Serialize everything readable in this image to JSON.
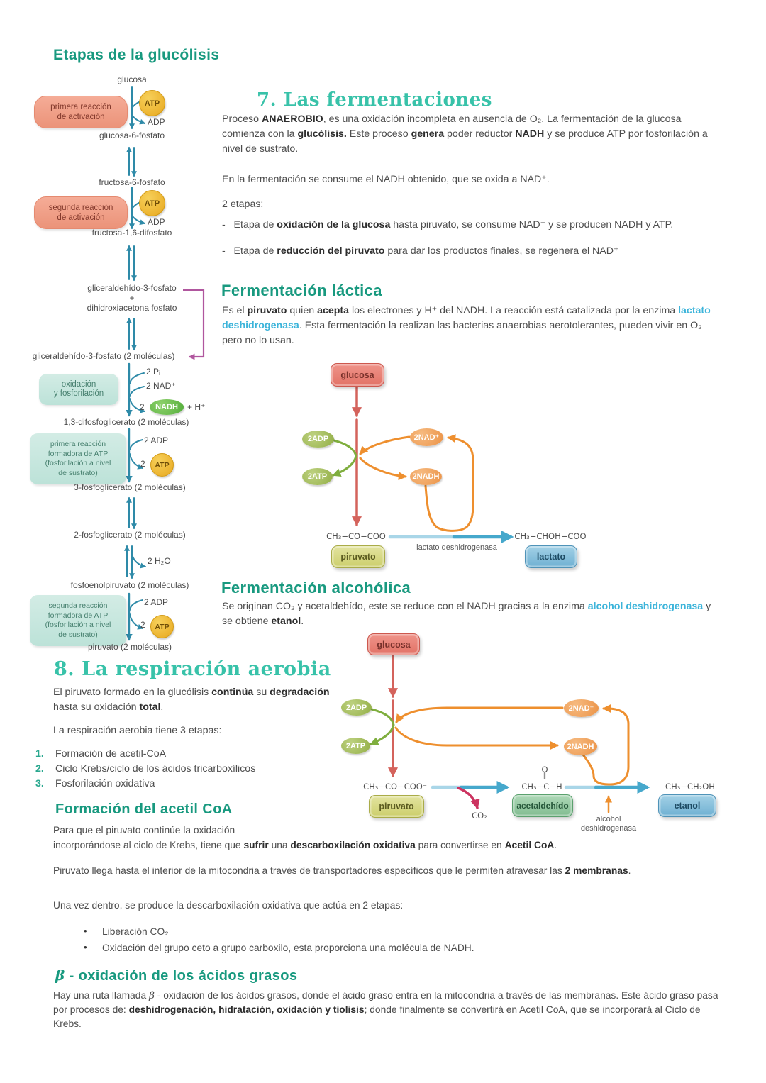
{
  "colors": {
    "serif_heading": "#38c2a9",
    "script_heading": "#18997f",
    "body_text": "#4c4c4c",
    "term_blue": "#3cb4da",
    "arrow_teal": "#2e8aa8",
    "arrow_red": "#d4635c",
    "arrow_green": "#7fae3e",
    "arrow_orange": "#ee8f2e",
    "arrow_blue": "#46a8cc",
    "bracket_magenta": "#b0569e",
    "atp_gold": "#e7a81f",
    "nadh_green": "#53ad3b"
  },
  "glyco": {
    "title": "Etapas de la glucólisis",
    "n": {
      "glucosa": "glucosa",
      "g6p": "glucosa-6-fosfato",
      "f6p": "fructosa-6-fosfato",
      "f16": "fructosa-1,6-difosfato",
      "triose": "gliceraldehído-3-fosfato\n+\ndihidroxiacetona fosfato",
      "g3p2": "gliceraldehído-3-fosfato (2 moléculas)",
      "dpg": "1,3-difosfoglicerato (2 moléculas)",
      "pg3": "3-fosfoglicerato (2 moléculas)",
      "pg2": "2-fosfoglicerato (2 moléculas)",
      "pep": "fosfoenolpiruvato (2 moléculas)",
      "pyr": "piruvato (2 moléculas)"
    },
    "box": {
      "act1": "primera reacción\nde activación",
      "act2": "segunda reacción\nde activación",
      "ox": "oxidación\ny fosforilación",
      "atp1": "primera reacción\nformadora de ATP\n(fosforilación a nivel\nde sustrato)",
      "atp2": "segunda reacción\nformadora de ATP\n(fosforilación a nivel\nde sustrato)"
    },
    "c": {
      "atp": "ATP",
      "adp": "ADP",
      "p": "2 Pᵢ",
      "nad": "2 NAD⁺",
      "two": "2",
      "nadh": "NADH",
      "h": "+ H⁺",
      "adp2": "2 ADP",
      "h2o": "2 H₂O"
    }
  },
  "s7": {
    "heading": "7. Las fermentaciones",
    "p1": [
      [
        "Proceso "
      ],
      [
        "ANAEROBIO",
        "b"
      ],
      [
        ", es una oxidación incompleta en ausencia de O₂. La fermentación de la glucosa comienza con la "
      ],
      [
        "glucólisis.",
        "b"
      ],
      [
        " Este proceso "
      ],
      [
        "genera",
        "b"
      ],
      [
        " poder reductor "
      ],
      [
        "NADH",
        "b"
      ],
      [
        " y se produce ATP por fosforilación a nivel de sustrato."
      ]
    ],
    "p2": [
      [
        "En la fermentación se consume el NADH obtenido, que se oxida a NAD⁺."
      ]
    ],
    "p3": "2 etapas:",
    "b1": [
      [
        "-   Etapa de "
      ],
      [
        "oxidación de la glucosa",
        "b"
      ],
      [
        " hasta piruvato, se consume NAD⁺ y se producen NADH y ATP."
      ]
    ],
    "b2": [
      [
        "-   Etapa de "
      ],
      [
        "reducción del piruvato",
        "b"
      ],
      [
        " para dar los productos finales, se regenera el NAD⁺"
      ]
    ]
  },
  "lac": {
    "heading": "Fermentación láctica",
    "para": [
      [
        "Es el "
      ],
      [
        "piruvato",
        "b"
      ],
      [
        " quien "
      ],
      [
        "acepta",
        "b"
      ],
      [
        " los electrones y H⁺ del NADH. La reacción está catalizada por la enzima "
      ],
      [
        "lactato deshidrogenasa",
        "t"
      ],
      [
        ". Esta fermentación la realizan las bacterias anaerobias aerotolerantes, pueden vivir en O₂ pero no lo usan."
      ]
    ],
    "d": {
      "glucosa": "glucosa",
      "adp": "2ADP",
      "atp": "2ATP",
      "nad": "2NAD⁺",
      "nadh": "2NADH",
      "pyrf": "CH₃−CO−COO⁻",
      "pyr": "piruvato",
      "enz": "lactato deshidrogenasa",
      "lacf": "CH₃−CHOH−COO⁻",
      "lac": "lactato"
    }
  },
  "alc": {
    "heading": "Fermentación alcohólica",
    "para": [
      [
        "Se originan CO₂ y acetaldehído, este se reduce con el NADH gracias a la enzima "
      ],
      [
        "alcohol deshidrogenasa",
        "t"
      ],
      [
        " y se obtiene "
      ],
      [
        "etanol",
        "b"
      ],
      [
        "."
      ]
    ],
    "d": {
      "glucosa": "glucosa",
      "adp": "2ADP",
      "atp": "2ATP",
      "nad": "2NAD⁺",
      "nadh": "2NADH",
      "pyrf": "CH₃−CO−COO⁻",
      "pyr": "piruvato",
      "co2": "CO₂",
      "o": "O",
      "db": "‖",
      "acef": "CH₃−C−H",
      "ace": "acetaldehído",
      "enz": "alcohol\ndeshidrogenasa",
      "etaf": "CH₃−CH₂OH",
      "eta": "etanol"
    }
  },
  "s8": {
    "heading": "8. La respiración aerobia",
    "p1": [
      [
        "El piruvato formado en la glucólisis "
      ],
      [
        "continúa",
        "b"
      ],
      [
        " su "
      ],
      [
        "degradación",
        "b"
      ],
      [
        " hasta su oxidación "
      ],
      [
        "total",
        "b"
      ],
      [
        "."
      ]
    ],
    "p2": "La respiración aerobia tiene 3 etapas:",
    "list": [
      {
        "n": "1.",
        "t": "Formación de acetil-CoA"
      },
      {
        "n": "2.",
        "t": "Ciclo Krebs/ciclo de los ácidos tricarboxílicos"
      },
      {
        "n": "3.",
        "t": "Fosforilación oxidativa"
      }
    ]
  },
  "acoa": {
    "heading": "Formación del acetil CoA",
    "p1a": "Para que el piruvato continúe la oxidación",
    "p1b": [
      [
        "incorporándose al ciclo de Krebs, tiene que "
      ],
      [
        "sufrir",
        "b"
      ],
      [
        " una "
      ],
      [
        "descarboxilación oxidativa",
        "b"
      ],
      [
        " para convertirse en "
      ],
      [
        "Acetil CoA",
        "b"
      ],
      [
        "."
      ]
    ],
    "p2": [
      [
        "Piruvato llega hasta el interior de la mitocondria a través de transportadores específicos que le permiten atravesar las "
      ],
      [
        "2 membranas",
        "b"
      ],
      [
        "."
      ]
    ],
    "p3": "Una vez dentro, se produce la descarboxilación oxidativa que actúa en 2 etapas:",
    "bullet_glyph": "•",
    "bullets": [
      "Liberación CO₂",
      "Oxidación del grupo ceto a grupo carboxilo, esta proporciona una molécula de NADH."
    ]
  },
  "beta": {
    "heading": [
      [
        "β",
        "i"
      ],
      [
        " - oxidación de los ácidos grasos"
      ]
    ],
    "para": [
      [
        "Hay una ruta llamada "
      ],
      [
        "β",
        "i"
      ],
      [
        " - oxidación de los ácidos grasos, donde el ácido graso entra en la mitocondria a través de las membranas. Este ácido graso pasa por procesos de: "
      ],
      [
        "deshidrogenación, hidratación, oxidación y tiolisis",
        "b"
      ],
      [
        "; donde finalmente se convertirá en Acetil CoA, que se incorporará al Ciclo de Krebs."
      ]
    ]
  }
}
